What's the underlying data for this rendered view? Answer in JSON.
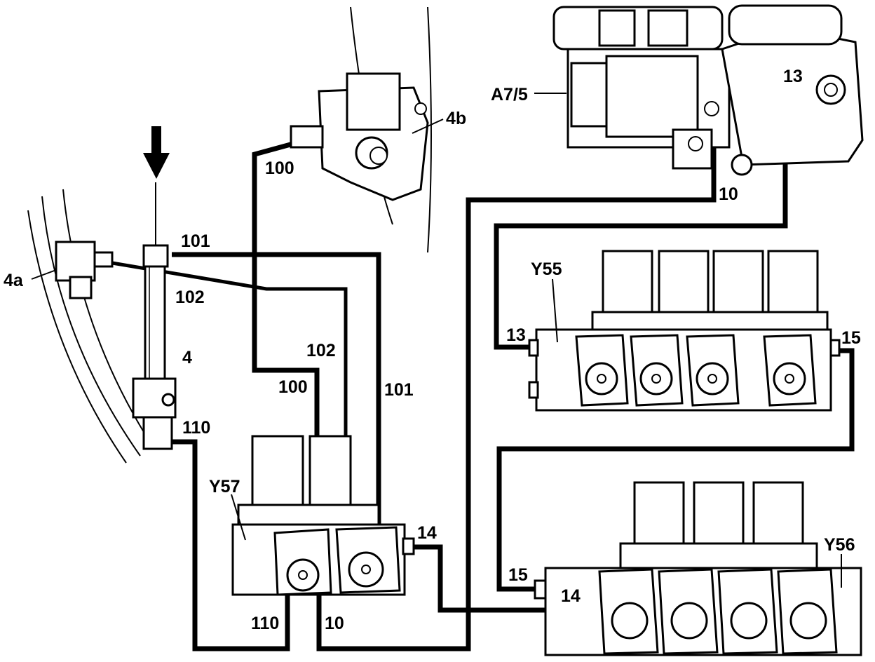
{
  "labels": {
    "a7_5": "A7/5",
    "l4": "4",
    "l4a": "4a",
    "l4b": "4b",
    "y55": "Y55",
    "y56": "Y56",
    "y57": "Y57",
    "line_100_top": "100",
    "line_100_mid": "100",
    "line_101_top": "101",
    "line_101_mid": "101",
    "line_102_top": "102",
    "line_102_mid": "102",
    "line_110_top": "110",
    "line_110_bottom": "110",
    "line_10_top": "10",
    "line_10_bottom": "10",
    "line_13_top": "13",
    "line_13_y55": "13",
    "line_14_y57": "14",
    "line_14_y56": "14",
    "line_15_y55": "15",
    "line_15_y56": "15"
  }
}
